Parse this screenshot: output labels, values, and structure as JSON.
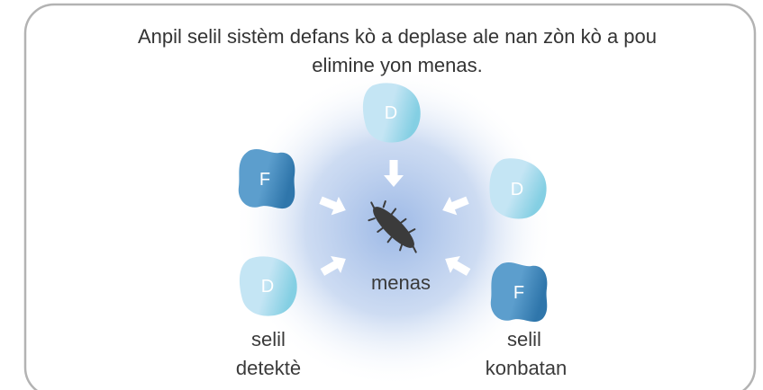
{
  "title_lines": [
    "Anpil selil sistèm defans kò a deplase ale nan zòn kò a pou",
    "elimine yon menas."
  ],
  "cells": {
    "top": {
      "letter": "D",
      "kind": "detector"
    },
    "right": {
      "letter": "D",
      "kind": "detector"
    },
    "bottom_left": {
      "letter": "D",
      "kind": "detector"
    },
    "left": {
      "letter": "F",
      "kind": "fighter"
    },
    "bottom_right": {
      "letter": "F",
      "kind": "fighter"
    }
  },
  "threat_label": "menas",
  "labels": {
    "detector": [
      "selil",
      "detektè"
    ],
    "fighter": [
      "selil",
      "konbatan"
    ]
  },
  "colors": {
    "frame": "#b3b3b3",
    "glow_center": "#9db9e6",
    "glow_mid": "#c8d8f1",
    "detector_light": "#c4e5f4",
    "detector_dark": "#84cfe3",
    "fighter_light": "#5c9ecd",
    "fighter_dark": "#2f76ab",
    "arrow": "#ffffff",
    "threat": "#3b3b3b"
  }
}
